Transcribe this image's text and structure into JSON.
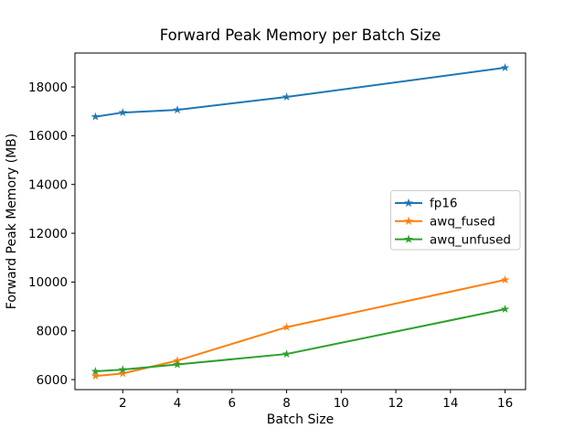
{
  "chart_data": {
    "type": "line",
    "title": "Forward Peak Memory per Batch Size",
    "xlabel": "Batch Size",
    "ylabel": "Forward Peak Memory (MB)",
    "x": [
      1,
      2,
      4,
      8,
      16
    ],
    "series": [
      {
        "name": "fp16",
        "color": "#1f77b4",
        "marker": "star",
        "values": [
          16780,
          16950,
          17060,
          17590,
          18790
        ]
      },
      {
        "name": "awq_fused",
        "color": "#ff7f0e",
        "marker": "star",
        "values": [
          6150,
          6250,
          6780,
          8150,
          10090
        ]
      },
      {
        "name": "awq_unfused",
        "color": "#2ca02c",
        "marker": "star",
        "values": [
          6340,
          6410,
          6620,
          7050,
          8890
        ]
      }
    ],
    "xticks": [
      "2",
      "4",
      "6",
      "8",
      "10",
      "12",
      "14",
      "16"
    ],
    "xtick_values": [
      2,
      4,
      6,
      8,
      10,
      12,
      14,
      16
    ],
    "yticks": [
      "6000",
      "8000",
      "10000",
      "12000",
      "14000",
      "16000",
      "18000"
    ],
    "ytick_values": [
      6000,
      8000,
      10000,
      12000,
      14000,
      16000,
      18000
    ],
    "xlim": [
      0.25,
      16.75
    ],
    "ylim": [
      5590,
      19390
    ],
    "grid": false,
    "legend": {
      "position": "center-right-inside",
      "entries": [
        "fp16",
        "awq_fused",
        "awq_unfused"
      ],
      "border_color": "#cccccc",
      "background": "#ffffff"
    },
    "axis_color": "#000000",
    "background": "#ffffff"
  }
}
